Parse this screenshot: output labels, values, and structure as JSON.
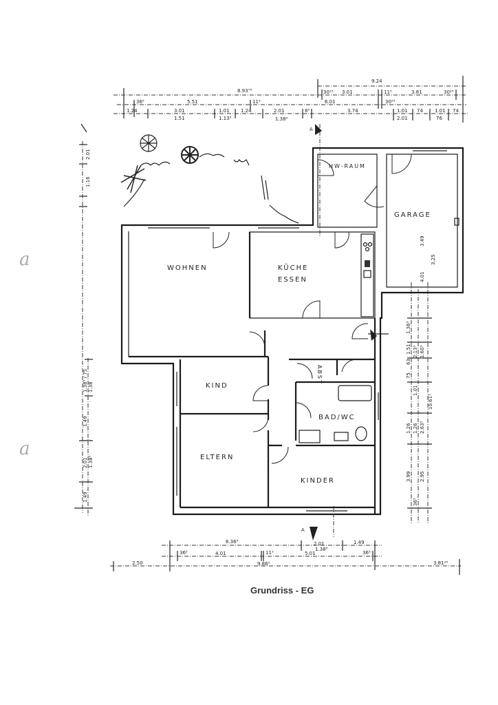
{
  "title": "Grundriss - EG",
  "rooms": {
    "wohnen": "WOHNEN",
    "kueche": "KÜCHE",
    "essen": "ESSEN",
    "hw_raum": "HW-RAUM",
    "garage": "GARAGE",
    "kind": "KIND",
    "abst": "ABST",
    "bad": "BAD/WC",
    "eltern": "ELTERN",
    "kinder": "KINDER"
  },
  "section_marker": "A",
  "margin_marks": [
    "a",
    "a"
  ],
  "dims": {
    "top": [
      "9.24",
      "8.93⁷⁵",
      "30²⁵",
      "3.01",
      "11⁵",
      "3.81",
      "30²⁵",
      "36⁵",
      "5.51",
      "11⁵",
      "6.01",
      "30²⁵",
      "1.24",
      "3.01",
      "1.01",
      "1.24",
      "2.01",
      "8⁵",
      "3.74",
      "1.01",
      "74",
      "1.01",
      "74",
      "1.51",
      "1.13⁵",
      "1.38⁵",
      "2.01",
      "76"
    ],
    "bottom": [
      "6.36⁵",
      "2.01",
      "1.49",
      "36⁵",
      "4.01",
      "11⁵",
      "5.01",
      "1.38⁵",
      "36⁵",
      "2.50",
      "9.86⁵",
      "3.81²⁵"
    ],
    "left": [
      "2.01",
      "1.16",
      "1.38⁵ / 75",
      "1.38",
      "1.49",
      "2.01",
      "1.38⁵",
      "1.49"
    ],
    "right": [
      "1.36⁵",
      "1.51",
      "2.13⁵",
      "1.60⁵",
      "63",
      "75",
      "1.01",
      "1.26",
      "1.26",
      "2.63⁵",
      "10.61⁵",
      "3.99",
      "2.95",
      "36⁵"
    ],
    "garage": [
      "3.49",
      "3.25",
      "4.01"
    ]
  }
}
